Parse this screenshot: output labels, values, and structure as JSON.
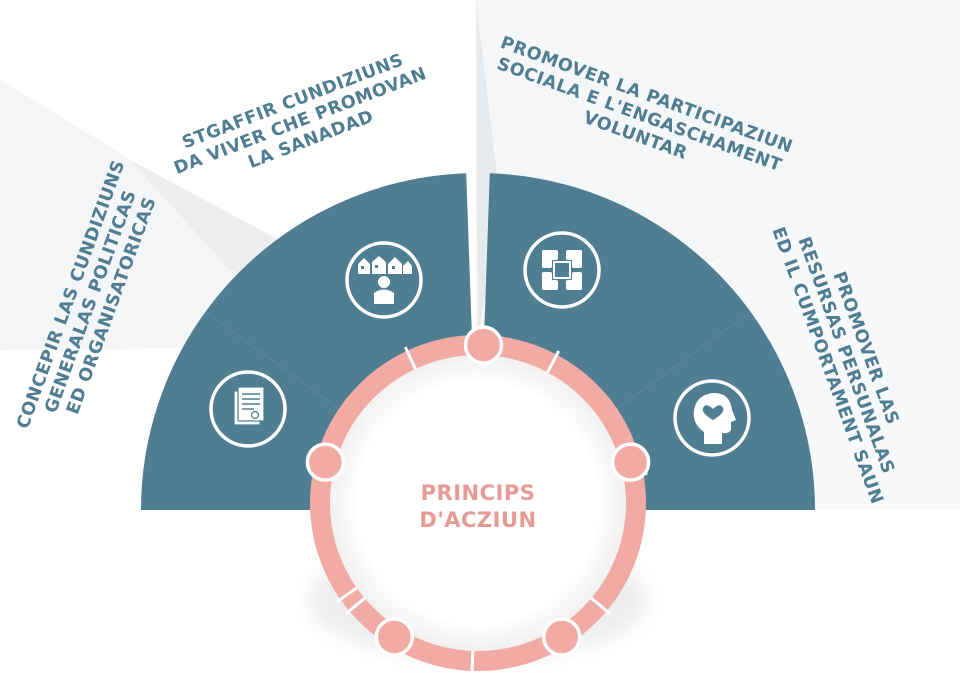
{
  "center": {
    "line1": "PRINCIPS",
    "line2": "D'ACZIUN"
  },
  "principles": [
    {
      "lines": [
        "CONCEPIR LAS CUNDIZIUNS",
        "GENERALAS POLITICAS",
        "ED ORGANISATORICAS"
      ],
      "icon": "document-icon"
    },
    {
      "lines": [
        "STGAFFIR CUNDIZIUNS",
        "DA VIVER CHE PROMOVAN",
        "LA SANADAD"
      ],
      "icon": "community-icon"
    },
    {
      "lines": [
        "PROMOVER LA PARTICIPAZIUN",
        "SOCIALA E L'ENGASCHAMENT",
        "VOLUNTAR"
      ],
      "icon": "hands-icon"
    },
    {
      "lines": [
        "PROMOVER LAS",
        "RESURSAS PERSUNALAS",
        "ED IL CUMPORTAMENT SAUN"
      ],
      "icon": "head-heart-icon"
    }
  ],
  "colors": {
    "teal": "#4f7d92",
    "pink": "#f2aaa4",
    "label": "#4f7d92",
    "center_text": "#e69a95"
  }
}
